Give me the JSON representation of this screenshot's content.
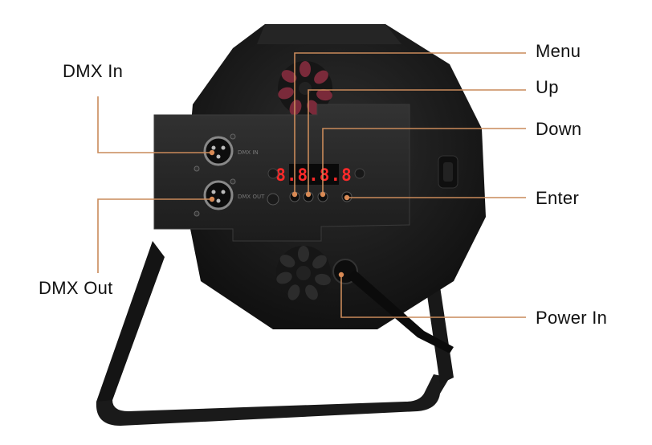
{
  "labels": {
    "dmx_in": "DMX In",
    "dmx_out": "DMX Out",
    "menu": "Menu",
    "up": "Up",
    "down": "Down",
    "enter": "Enter",
    "power_in": "Power In"
  },
  "panel": {
    "display": "8.8.8.8",
    "jack_in": "DMX IN",
    "jack_out": "DMX OUT"
  },
  "colors": {
    "leader_line": "#c98a5a",
    "dot": "#d98a55",
    "body": "#1b1b1b",
    "panel": "#262626",
    "display_led": "#ff2a2a"
  }
}
